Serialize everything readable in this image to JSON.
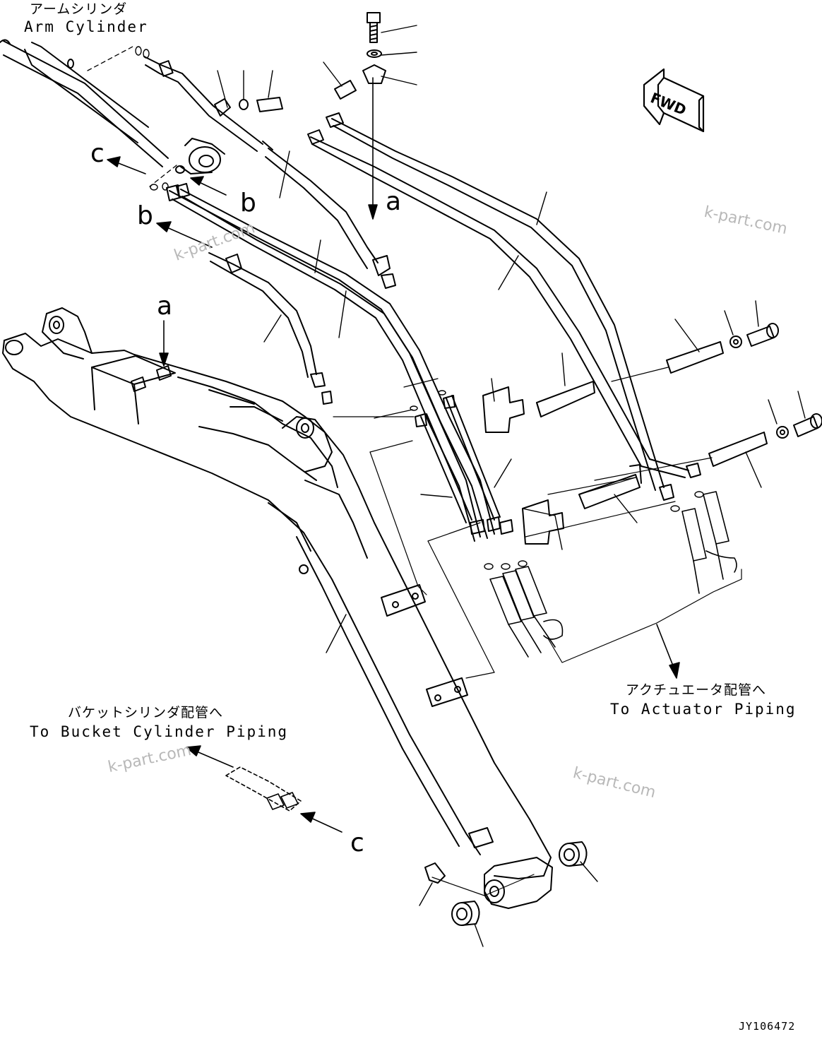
{
  "labels": {
    "arm_cylinder_ja": "アームシリンダ",
    "arm_cylinder_en": "Arm Cylinder",
    "to_actuator_ja": "アクチュエータ配管へ",
    "to_actuator_en": "To Actuator Piping",
    "to_bucket_ja": "バケットシリンダ配管へ",
    "to_bucket_en": "To Bucket Cylinder Piping",
    "fwd": "FWD",
    "drawing_code": "JY106472"
  },
  "callouts": {
    "a_top": "a",
    "a_boom": "a",
    "b_right": "b",
    "b_left": "b",
    "c_top": "c",
    "c_bottom": "c"
  },
  "watermarks": [
    "k-part.com",
    "k-part.com",
    "k-part.com",
    "k-part.com"
  ],
  "colors": {
    "ink": "#000000",
    "watermark": "#b8b8b8",
    "background": "#ffffff"
  }
}
